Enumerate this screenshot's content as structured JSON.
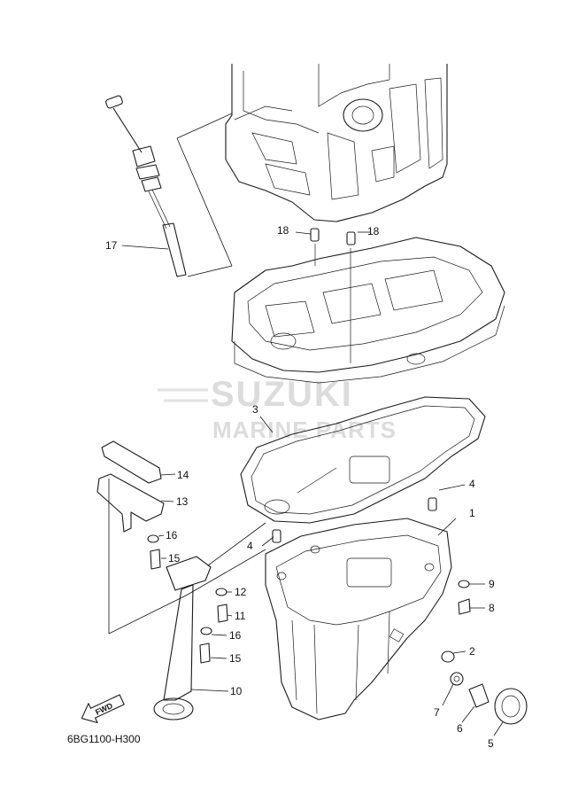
{
  "diagram_code": "6BG1100-H300",
  "fwd_label": "FWD",
  "watermark": {
    "brand": "SUZUKI",
    "sub": "MARINE PARTS"
  },
  "parts": [
    {
      "id": "p1",
      "number": "1"
    },
    {
      "id": "p2",
      "number": "2"
    },
    {
      "id": "p3",
      "number": "3"
    },
    {
      "id": "p4a",
      "number": "4"
    },
    {
      "id": "p4b",
      "number": "4"
    },
    {
      "id": "p5",
      "number": "5"
    },
    {
      "id": "p6",
      "number": "6"
    },
    {
      "id": "p7",
      "number": "7"
    },
    {
      "id": "p8",
      "number": "8"
    },
    {
      "id": "p9",
      "number": "9"
    },
    {
      "id": "p10",
      "number": "10"
    },
    {
      "id": "p11",
      "number": "11"
    },
    {
      "id": "p12",
      "number": "12"
    },
    {
      "id": "p13",
      "number": "13"
    },
    {
      "id": "p14",
      "number": "14"
    },
    {
      "id": "p15a",
      "number": "15"
    },
    {
      "id": "p15b",
      "number": "15"
    },
    {
      "id": "p16a",
      "number": "16"
    },
    {
      "id": "p16b",
      "number": "16"
    },
    {
      "id": "p17",
      "number": "17"
    },
    {
      "id": "p18a",
      "number": "18"
    },
    {
      "id": "p18b",
      "number": "18"
    }
  ]
}
